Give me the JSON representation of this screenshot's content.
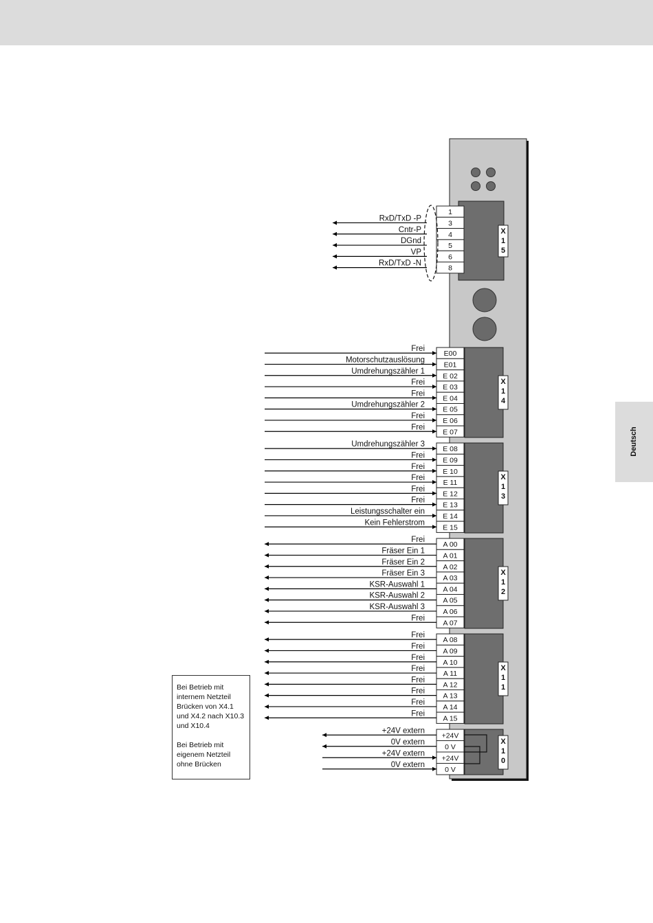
{
  "language_tab": "Deutsch",
  "note": {
    "paragraph1": "Bei Betrieb mit internem Netzteil Brücken von X4.1 und X4.2 nach X10.3 und X10.4",
    "paragraph2": "Bei Betrieb mit eigenem Netzteil ohne Brücken"
  },
  "connectors": [
    {
      "name": "X15",
      "label_chars": [
        "X",
        "1",
        "5"
      ],
      "pins": [
        {
          "pin": "1",
          "signal": "",
          "arrow": "none"
        },
        {
          "pin": "3",
          "signal": "RxD/TxD -P",
          "arrow": "out"
        },
        {
          "pin": "4",
          "signal": "Cntr-P",
          "arrow": "out"
        },
        {
          "pin": "5",
          "signal": "DGnd",
          "arrow": "out"
        },
        {
          "pin": "6",
          "signal": "VP",
          "arrow": "out"
        },
        {
          "pin": "8",
          "signal": "RxD/TxD -N",
          "arrow": "out"
        }
      ]
    },
    {
      "name": "X14",
      "label_chars": [
        "X",
        "1",
        "4"
      ],
      "pins": [
        {
          "pin": "E00",
          "signal": "Frei",
          "arrow": "in"
        },
        {
          "pin": "E01",
          "signal": "Motorschutzauslösung",
          "arrow": "in"
        },
        {
          "pin": "E 02",
          "signal": "Umdrehungszähler 1",
          "arrow": "in"
        },
        {
          "pin": "E 03",
          "signal": "Frei",
          "arrow": "in"
        },
        {
          "pin": "E 04",
          "signal": "Frei",
          "arrow": "in"
        },
        {
          "pin": "E 05",
          "signal": "Umdrehungszähler 2",
          "arrow": "in"
        },
        {
          "pin": "E 06",
          "signal": "Frei",
          "arrow": "in"
        },
        {
          "pin": "E 07",
          "signal": "Frei",
          "arrow": "in"
        }
      ]
    },
    {
      "name": "X13",
      "label_chars": [
        "X",
        "1",
        "3"
      ],
      "pins": [
        {
          "pin": "E 08",
          "signal": "Umdrehungszähler 3",
          "arrow": "in"
        },
        {
          "pin": "E 09",
          "signal": "Frei",
          "arrow": "in"
        },
        {
          "pin": "E 10",
          "signal": "Frei",
          "arrow": "in"
        },
        {
          "pin": "E 11",
          "signal": "Frei",
          "arrow": "in"
        },
        {
          "pin": "E 12",
          "signal": "Frei",
          "arrow": "in"
        },
        {
          "pin": "E 13",
          "signal": "Frei",
          "arrow": "in"
        },
        {
          "pin": "E 14",
          "signal": "Leistungsschalter ein",
          "arrow": "in"
        },
        {
          "pin": "E 15",
          "signal": "Kein Fehlerstrom",
          "arrow": "in"
        }
      ]
    },
    {
      "name": "X12",
      "label_chars": [
        "X",
        "1",
        "2"
      ],
      "pins": [
        {
          "pin": "A 00",
          "signal": "Frei",
          "arrow": "out"
        },
        {
          "pin": "A 01",
          "signal": "Fräser Ein 1",
          "arrow": "out"
        },
        {
          "pin": "A 02",
          "signal": "Fräser Ein 2",
          "arrow": "out"
        },
        {
          "pin": "A 03",
          "signal": "Fräser Ein 3",
          "arrow": "out"
        },
        {
          "pin": "A 04",
          "signal": "KSR-Auswahl 1",
          "arrow": "out"
        },
        {
          "pin": "A 05",
          "signal": "KSR-Auswahl 2",
          "arrow": "out"
        },
        {
          "pin": "A 06",
          "signal": "KSR-Auswahl 3",
          "arrow": "out"
        },
        {
          "pin": "A 07",
          "signal": "Frei",
          "arrow": "out"
        }
      ]
    },
    {
      "name": "X11",
      "label_chars": [
        "X",
        "1",
        "1"
      ],
      "pins": [
        {
          "pin": "A 08",
          "signal": "Frei",
          "arrow": "out"
        },
        {
          "pin": "A 09",
          "signal": "Frei",
          "arrow": "out"
        },
        {
          "pin": "A 10",
          "signal": "Frei",
          "arrow": "out"
        },
        {
          "pin": "A 11",
          "signal": "Frei",
          "arrow": "out"
        },
        {
          "pin": "A 12",
          "signal": "Frei",
          "arrow": "out"
        },
        {
          "pin": "A 13",
          "signal": "Frei",
          "arrow": "out"
        },
        {
          "pin": "A 14",
          "signal": "Frei",
          "arrow": "out"
        },
        {
          "pin": "A 15",
          "signal": "Frei",
          "arrow": "out"
        }
      ]
    },
    {
      "name": "X10",
      "label_chars": [
        "X",
        "1",
        "0"
      ],
      "pins": [
        {
          "pin": "+24V",
          "signal": "+24V extern",
          "arrow": "out"
        },
        {
          "pin": "0 V",
          "signal": "0V extern",
          "arrow": "out"
        },
        {
          "pin": "+24V",
          "signal": "+24V extern",
          "arrow": "in"
        },
        {
          "pin": "0 V",
          "signal": "0V extern",
          "arrow": "in"
        }
      ]
    }
  ]
}
